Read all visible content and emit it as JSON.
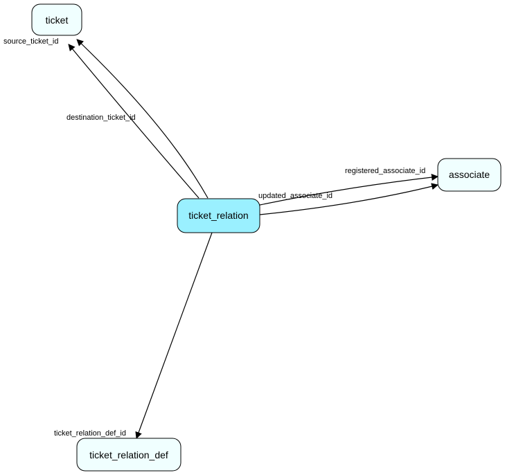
{
  "colors": {
    "central_fill": "#9af0ff",
    "node_fill": "#f0ffff",
    "stroke": "#000000"
  },
  "nodes": {
    "ticket": "ticket",
    "associate": "associate",
    "ticket_relation": "ticket_relation",
    "ticket_relation_def": "ticket_relation_def"
  },
  "edges": {
    "source_ticket_id": "source_ticket_id",
    "destination_ticket_id": "destination_ticket_id",
    "registered_associate_id": "registered_associate_id",
    "updated_associate_id": "updated_associate_id",
    "ticket_relation_def_id": "ticket_relation_def_id"
  }
}
